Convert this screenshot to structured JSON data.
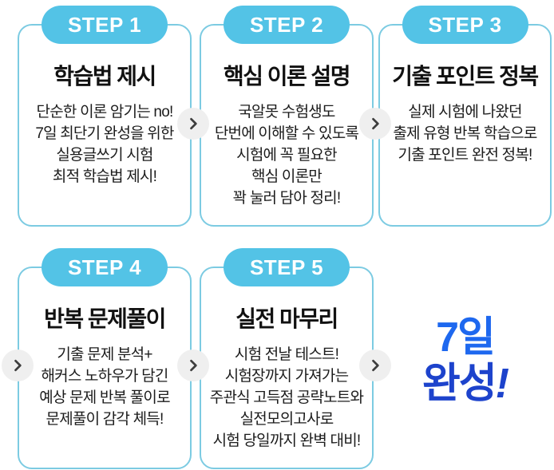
{
  "colors": {
    "pill": "#53c3e6",
    "card_border": "#7ccbe2",
    "step_text": "#ffffff",
    "title_text": "#111111",
    "body_text": "#1b1b1b",
    "arrow_bg": "#efefef",
    "arrow_glyph": "#3d3d3d",
    "finale_top": "#1e68ef",
    "finale_bottom": "#1d43cc"
  },
  "cards": [
    {
      "step": "STEP 1",
      "title": "학습법 제시",
      "body": "단순한 이론 암기는 no!\n7일 최단기 완성을 위한\n실용글쓰기 시험\n최적 학습법 제시!"
    },
    {
      "step": "STEP 2",
      "title": "핵심 이론 설명",
      "body": "국알못 수험생도\n단번에 이해할 수 있도록\n시험에 꼭 필요한\n핵심 이론만\n꽉 눌러 담아 정리!"
    },
    {
      "step": "STEP 3",
      "title": "기출 포인트 정복",
      "body": "실제 시험에 나왔던\n출제 유형 반복 학습으로\n기출 포인트 완전 정복!"
    },
    {
      "step": "STEP 4",
      "title": "반복 문제풀이",
      "body": "기출 문제 분석+\n해커스 노하우가 담긴\n예상 문제 반복 풀이로\n문제풀이 감각 체득!"
    },
    {
      "step": "STEP 5",
      "title": "실전 마무리",
      "body": "시험 전날 테스트!\n시험장까지 가져가는\n주관식 고득점 공략노트와\n실전모의고사로\n시험 당일까지 완벽 대비!"
    }
  ],
  "finale": {
    "line1": "7일",
    "line2": "완성",
    "exclamation": "!"
  }
}
